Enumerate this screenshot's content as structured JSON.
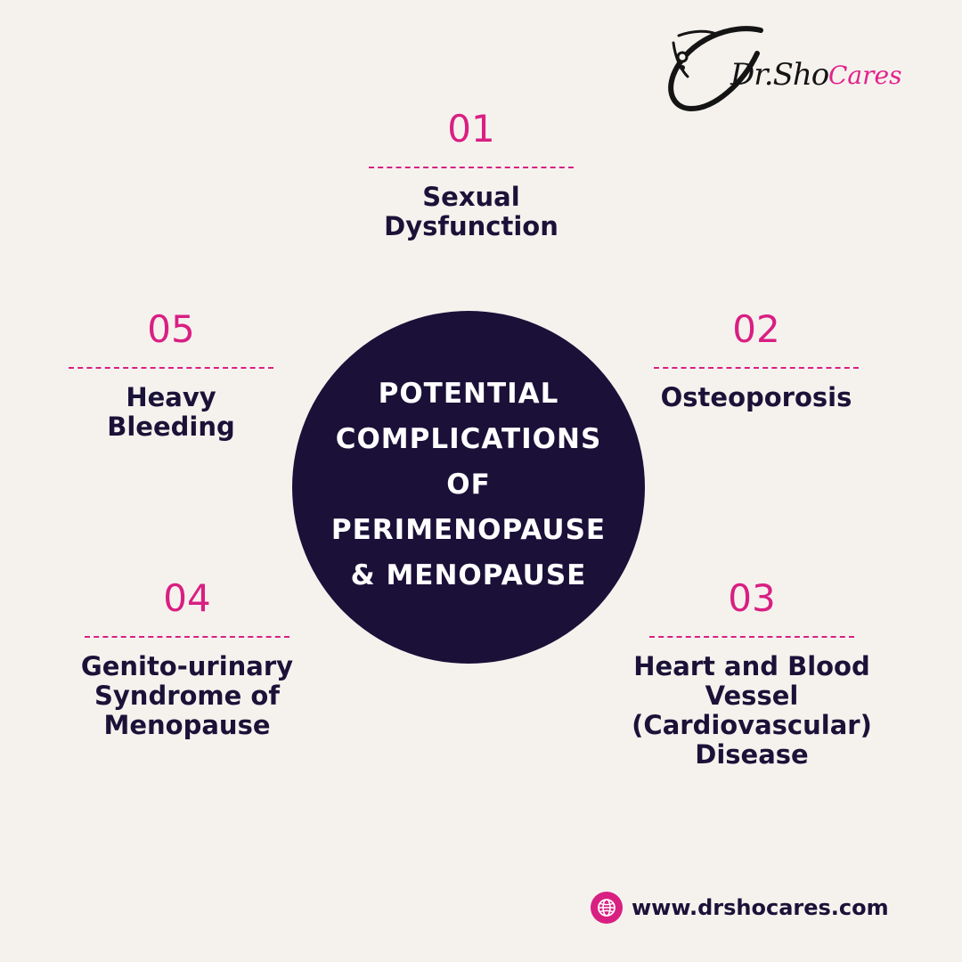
{
  "brand": {
    "logo_main": "Dr.Sho",
    "logo_accent": "Cares",
    "logo_icon": "stethoscope-icon",
    "accent_color": "#d91f82",
    "dark_color": "#1b1038",
    "background_color": "#f5f2ee"
  },
  "center": {
    "title_lines": [
      "POTENTIAL",
      "COMPLICATIONS",
      "OF",
      "PERIMENOPAUSE",
      "& MENOPAUSE"
    ]
  },
  "items": [
    {
      "number": "01",
      "label_lines": [
        "Sexual",
        "Dysfunction"
      ]
    },
    {
      "number": "02",
      "label_lines": [
        "Osteoporosis"
      ]
    },
    {
      "number": "03",
      "label_lines": [
        "Heart and Blood",
        "Vessel",
        "(Cardiovascular)",
        "Disease"
      ]
    },
    {
      "number": "04",
      "label_lines": [
        "Genito-urinary",
        "Syndrome of",
        "Menopause"
      ]
    },
    {
      "number": "05",
      "label_lines": [
        "Heavy",
        "Bleeding"
      ]
    }
  ],
  "footer": {
    "website": "www.drshocares.com",
    "icon": "globe-icon"
  }
}
